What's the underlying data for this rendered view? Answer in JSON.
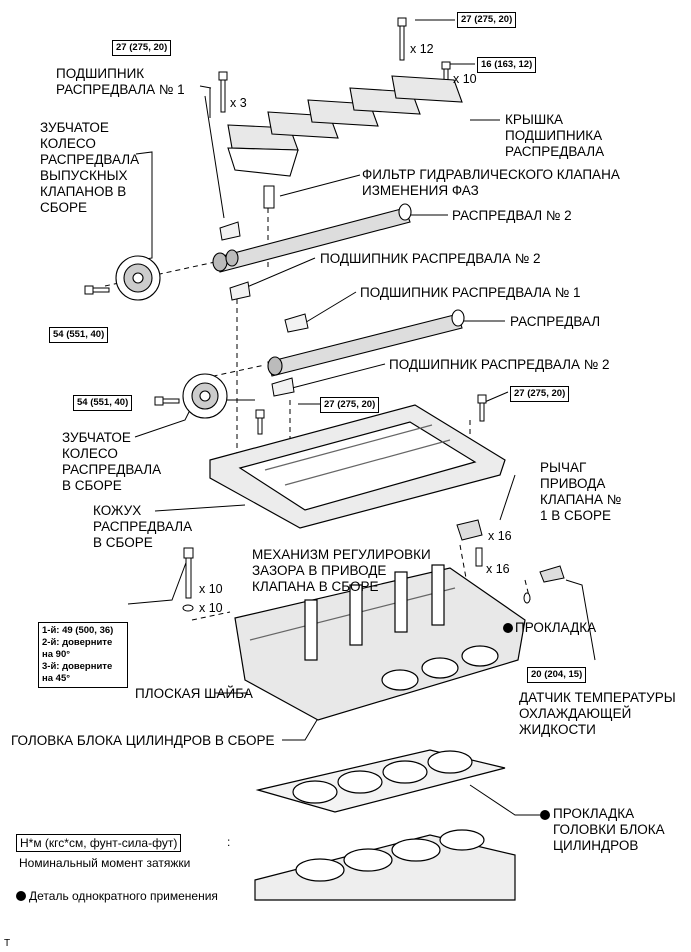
{
  "labels": {
    "bearing_no1_upper": [
      "ПОДШИПНИК",
      "РАСПРЕДВАЛА № 1"
    ],
    "exhaust_sprocket": [
      "ЗУБЧАТОЕ",
      "КОЛЕСО",
      "РАСПРЕДВАЛА",
      "ВЫПУСКНЫХ",
      "КЛАПАНОВ В",
      "СБОРЕ"
    ],
    "bearing_cap": [
      "КРЫШКА",
      "ПОДШИПНИКА",
      "РАСПРЕДВАЛА"
    ],
    "oil_filter": [
      "ФИЛЬТР ГИДРАВЛИЧЕСКОГО КЛАПАНА",
      "ИЗМЕНЕНИЯ ФАЗ"
    ],
    "camshaft_no2": "РАСПРЕДВАЛ № 2",
    "bearing_no2_upper": "ПОДШИПНИК РАСПРЕДВАЛА № 2",
    "bearing_no1_lower": "ПОДШИПНИК РАСПРЕДВАЛА № 1",
    "camshaft": "РАСПРЕДВАЛ",
    "bearing_no2_lower": "ПОДШИПНИК РАСПРЕДВАЛА № 2",
    "sprocket": [
      "ЗУБЧАТОЕ",
      "КОЛЕСО",
      "РАСПРЕДВАЛА",
      "В СБОРЕ"
    ],
    "rocker_arm": [
      "РЫЧАГ",
      "ПРИВОДА",
      "КЛАПАНА №",
      "1 В СБОРЕ"
    ],
    "housing": [
      "КОЖУХ",
      "РАСПРЕДВАЛА",
      "В СБОРЕ"
    ],
    "lash_adjuster": [
      "МЕХАНИЗМ РЕГУЛИРОВКИ",
      "ЗАЗОРА В ПРИВОДЕ",
      "КЛАПАНА В СБОРЕ"
    ],
    "gasket": "ПРОКЛАДКА",
    "plain_washer": "ПЛОСКАЯ ШАЙБА",
    "coolant_sensor": [
      "ДАТЧИК ТЕМПЕРАТУРЫ",
      "ОХЛАЖДАЮЩЕЙ",
      "ЖИДКОСТИ"
    ],
    "cylinder_head": "ГОЛОВКА БЛОКА ЦИЛИНДРОВ В СБОРЕ",
    "head_gasket": [
      "ПРОКЛАДКА",
      "ГОЛОВКИ БЛОКА",
      "ЦИЛИНДРОВ"
    ]
  },
  "torques": {
    "t1": "27 (275, 20)",
    "t2": "27 (275, 20)",
    "t3": "16 (163, 12)",
    "t4": "54 (551, 40)",
    "t5": "54 (551, 40)",
    "t6": "27 (275, 20)",
    "t7": "27 (275, 20)",
    "t8": "20 (204, 15)"
  },
  "quantities": {
    "q_x12": "x 12",
    "q_x10_top": "x 10",
    "q_x3": "x 3",
    "q_x16a": "x 16",
    "q_x16b": "x 16",
    "q_x10a": "x 10",
    "q_x10b": "x 10"
  },
  "head_bolt_spec": [
    "1-й: 49 (500, 36)",
    "2-й: доверните",
    "на 90°",
    "3-й: доверните",
    "на 45°"
  ],
  "legend": {
    "unit": "Н*м (кгс*см, фунт-сила-фут)",
    "unit_suffix": ":",
    "unit_desc": "Номинальный момент затяжки",
    "single_use": "Деталь однократного применения"
  },
  "corner_mark": "T"
}
